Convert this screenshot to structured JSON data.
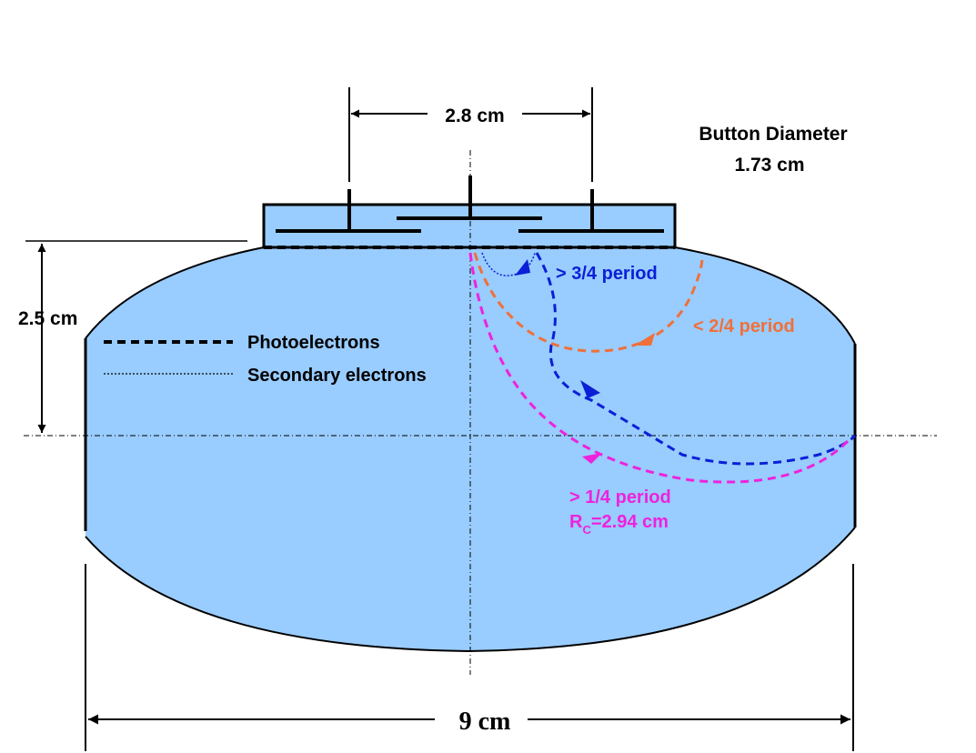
{
  "dimensions": {
    "top_width": "2.8 cm",
    "height": "2.5 cm",
    "bottom_width": "9 cm"
  },
  "button": {
    "line1": "Button Diameter",
    "line2": "1.73 cm"
  },
  "legend": {
    "photoelectrons": "Photoelectrons",
    "secondary": "Secondary electrons"
  },
  "trajectories": {
    "blue": "> 3/4 period",
    "orange": "< 2/4 period",
    "magenta": "> 1/4 period",
    "radius_prefix": "R",
    "radius_sub": "C",
    "radius_value": "=2.94 cm"
  },
  "colors": {
    "fill": "#99ccff",
    "blue": "#0a1fd6",
    "orange": "#f0703a",
    "magenta": "#ee22dd",
    "outline": "#000000"
  }
}
